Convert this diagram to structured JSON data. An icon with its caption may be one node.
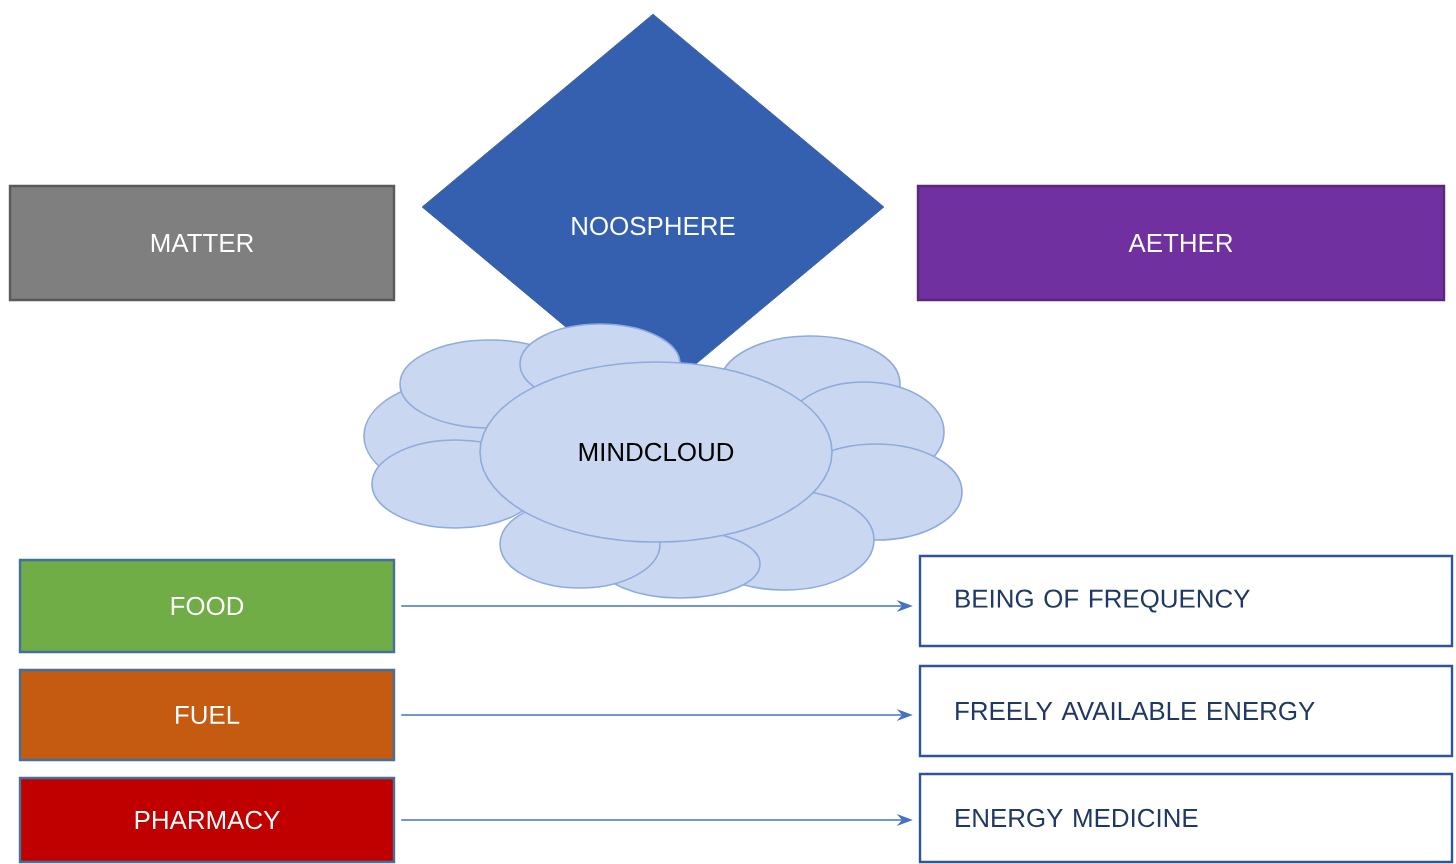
{
  "diagram": {
    "nodes": [
      {
        "text": [
          "MATTER"
        ]
      },
      {
        "text": [
          "NOOSPHERE"
        ]
      },
      {
        "text": [
          "AETHER"
        ]
      },
      {
        "text": [
          "MINDCLOUD"
        ]
      },
      {
        "text": [
          "FOOD"
        ]
      },
      {
        "text": [
          "FUEL"
        ]
      },
      {
        "text": [
          "PHARMACY"
        ]
      },
      {
        "text": [
          "BEING OF FREQUENCY"
        ]
      },
      {
        "text": [
          "FREELY AVAILABLE ENERGY"
        ]
      },
      {
        "text": [
          "ENERGY MEDICINE"
        ]
      }
    ],
    "edges": [
      {
        "from": 4,
        "to": 7,
        "arrow": "to"
      },
      {
        "from": 5,
        "to": 8,
        "arrow": "to"
      },
      {
        "from": 6,
        "to": 9,
        "arrow": "to"
      }
    ]
  }
}
